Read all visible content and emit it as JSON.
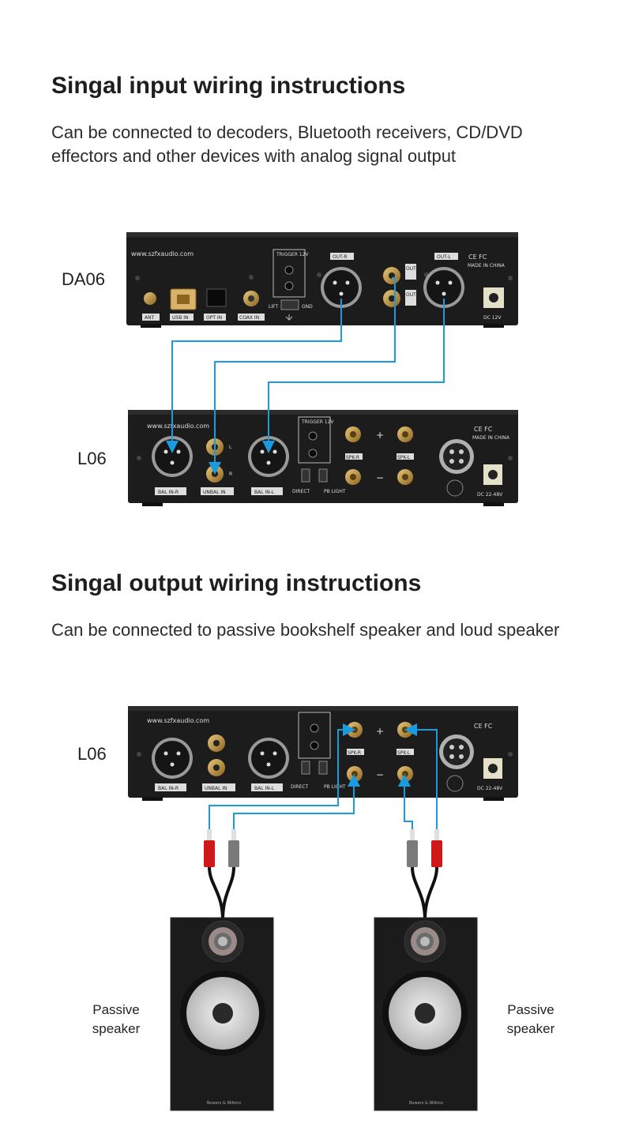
{
  "input_section": {
    "title": "Singal input wiring instructions",
    "description": "Can be connected to decoders, Bluetooth receivers, CD/DVD effectors and other devices with analog signal output"
  },
  "output_section": {
    "title": "Singal output wiring instructions",
    "description": "Can be connected to passive bookshelf speaker and loud speaker"
  },
  "devices": {
    "da06": {
      "label": "DA06",
      "url": "www.szfxaudio.com",
      "ports": [
        "ANT",
        "USB IN",
        "OPT IN",
        "COAX IN",
        "LIFT",
        "GND",
        "OUT-R",
        "OUT-L",
        "OUT L",
        "OUT R",
        "DC 12V",
        "TRIGGER 12V",
        "MADE IN CHINA"
      ]
    },
    "l06_input": {
      "label": "L06",
      "url": "www.szfxaudio.com",
      "ports": [
        "BAL IN-R",
        "UNBAL IN",
        "BAL IN-L",
        "TRIGGER 12V",
        "DIRECT",
        "PB LIGHT",
        "SPK-R",
        "SPK-L",
        "DC 22-48V",
        "MADE IN CHINA"
      ]
    },
    "l06_output": {
      "label": "L06",
      "url": "www.szfxaudio.com",
      "ports": [
        "BAL IN-R",
        "UNBAL IN",
        "BAL IN-L",
        "DIRECT",
        "PB LIGHT",
        "SPK-R",
        "SPK-L",
        "DC 22-48V"
      ]
    }
  },
  "speakers": {
    "left_label": "Passive speaker",
    "right_label": "Passive speaker",
    "brand": "Bowers & Wilkins"
  },
  "colors": {
    "wire": "#1a9be0",
    "panel": "#1c1c1c",
    "connector_red": "#d01818",
    "connector_grey": "#7a7a7a"
  }
}
